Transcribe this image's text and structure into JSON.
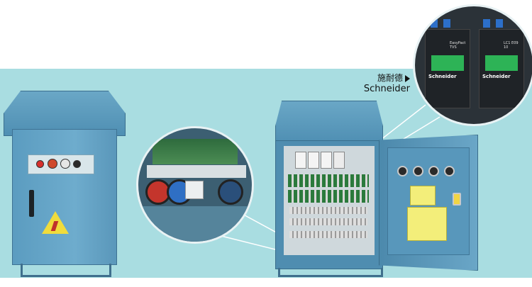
{
  "brand": {
    "name_cn": "施耐德",
    "name_en": "Schneider"
  },
  "contactors": [
    {
      "brand": "Schneider",
      "model": "EasyPact TVS"
    },
    {
      "brand": "Schneider",
      "model": "LC1 E09 10"
    }
  ],
  "colors": {
    "background_teal": "#a9dde1",
    "cabinet_blue": "#5b9cc0",
    "warning_yellow": "#f0dc3c",
    "contactor_green": "#2db356"
  },
  "icons": [
    "high-voltage-warning-icon",
    "industrial-socket-icon",
    "triangle-pointer-icon"
  ]
}
